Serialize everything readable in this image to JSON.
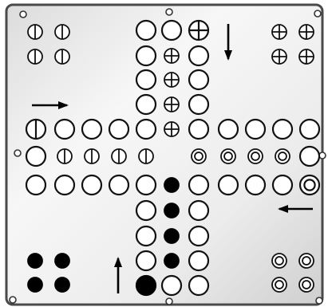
{
  "board": {
    "plate_color": "#f6f6f6",
    "edge_color": "#4a4a4a",
    "track_ring_color": "#111111",
    "fill_color": "#ffffff",
    "piece_color": "#000000"
  },
  "home_groups": [
    {
      "corner": "top-left",
      "symbol": "vertical-bar"
    },
    {
      "corner": "top-right",
      "symbol": "cross"
    },
    {
      "corner": "bottom-right",
      "symbol": "concentric"
    },
    {
      "corner": "bottom-left",
      "symbol": "solid"
    }
  ],
  "finish_lanes": [
    {
      "arm": "left",
      "symbol": "vertical-bar",
      "count": 4
    },
    {
      "arm": "top",
      "symbol": "cross",
      "count": 4
    },
    {
      "arm": "right",
      "symbol": "concentric",
      "count": 4
    },
    {
      "arm": "bottom",
      "symbol": "solid",
      "count": 4
    }
  ],
  "start_squares": [
    {
      "arm": "left",
      "symbol": "vertical-bar"
    },
    {
      "arm": "top",
      "symbol": "cross"
    },
    {
      "arm": "right",
      "symbol": "concentric"
    },
    {
      "arm": "bottom",
      "symbol": "solid"
    }
  ],
  "arrows": [
    {
      "name": "arrow-left-side",
      "direction": "right"
    },
    {
      "name": "arrow-top-side",
      "direction": "down"
    },
    {
      "name": "arrow-right-side",
      "direction": "left"
    },
    {
      "name": "arrow-bottom-side",
      "direction": "up"
    }
  ]
}
